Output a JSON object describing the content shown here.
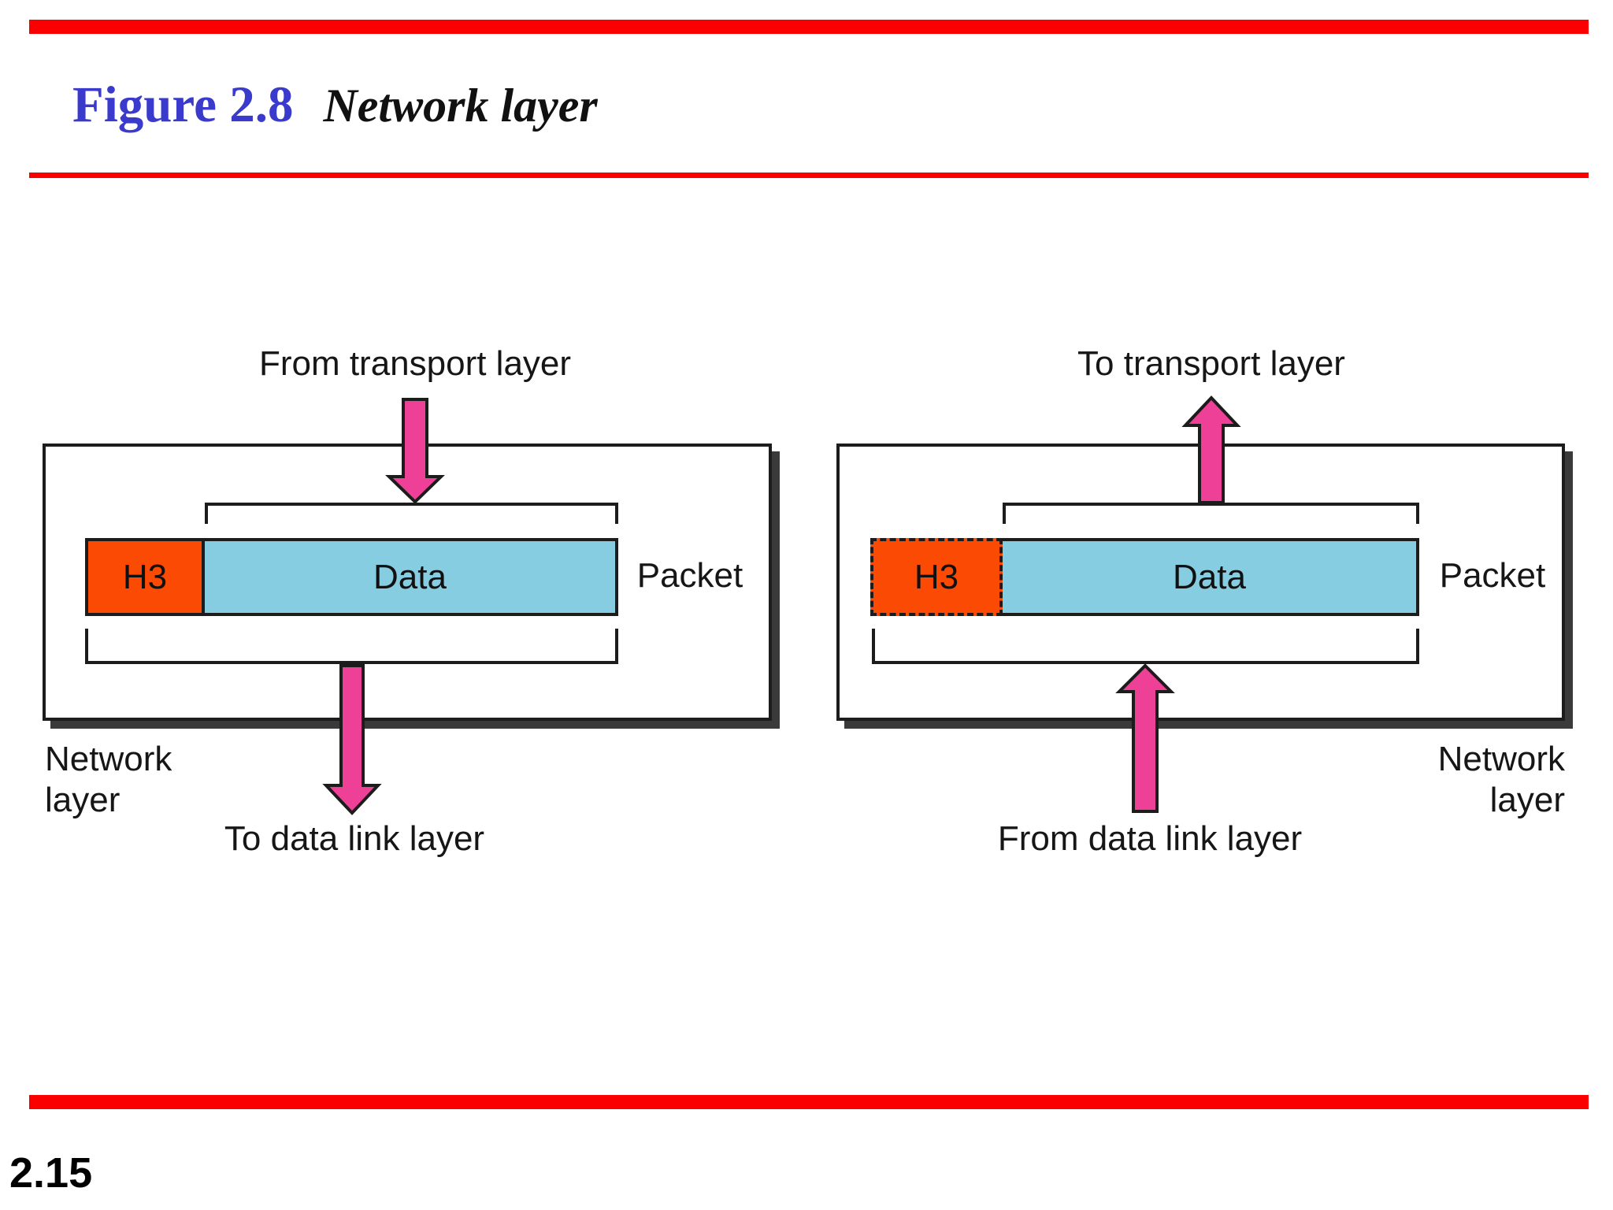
{
  "slide": {
    "figure_label": "Figure 2.8",
    "figure_title": "Network layer",
    "page_number": "2.15"
  },
  "colors": {
    "accent-red": "#fb0000",
    "title-blue": "#3a3acc",
    "header-orange": "#fb4a04",
    "data-blue": "#87cde2",
    "arrow-pink": "#ee4097",
    "ink": "#1c1c1c",
    "shadow-gray": "#3a3a3a"
  },
  "left_diagram": {
    "top_label": "From transport layer",
    "header_cell": "H3",
    "data_cell": "Data",
    "packet_label": "Packet",
    "bottom_label": "To data link layer",
    "layer_line1": "Network",
    "layer_line2": "layer"
  },
  "right_diagram": {
    "top_label": "To transport layer",
    "header_cell": "H3",
    "data_cell": "Data",
    "packet_label": "Packet",
    "bottom_label": "From data link layer",
    "layer_line1": "Network",
    "layer_line2": "layer"
  }
}
